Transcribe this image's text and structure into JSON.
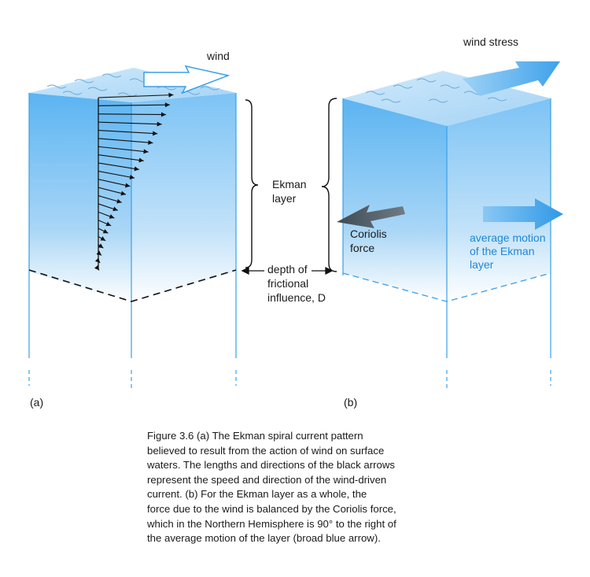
{
  "panel_a": {
    "tag": "(a)",
    "wind_label": "wind",
    "ekman_label_line1": "Ekman",
    "ekman_label_line2": "layer",
    "depth_label_line1": "depth of",
    "depth_label_line2": "frictional",
    "depth_label_line3": "influence, D"
  },
  "panel_b": {
    "tag": "(b)",
    "wind_stress_label": "wind stress",
    "coriolis_label_line1": "Coriolis",
    "coriolis_label_line2": "force",
    "average_motion_line1": "average motion",
    "average_motion_line2": "of the Ekman",
    "average_motion_line3": "layer"
  },
  "caption": {
    "lines": [
      "Figure 3.6   (a)   The Ekman spiral current pattern",
      "believed to result from the action of wind on surface",
      "waters. The lengths and directions of the black arrows",
      "represent the speed and direction of the wind-driven",
      "current.   (b)   For the Ekman layer as a whole, the",
      "force due to the wind is balanced by the Coriolis force,",
      "which in the Northern Hemisphere is 90° to the right of",
      "the average motion of the layer (broad blue arrow)."
    ]
  },
  "colors": {
    "water_light": "#d6ecfb",
    "water_mid": "#9fd0f4",
    "water_edge": "#3aa0ea",
    "coriolis_arrow": "#555555",
    "ekman_arrow": "#1f87d6",
    "text": "#1a1a1a"
  }
}
